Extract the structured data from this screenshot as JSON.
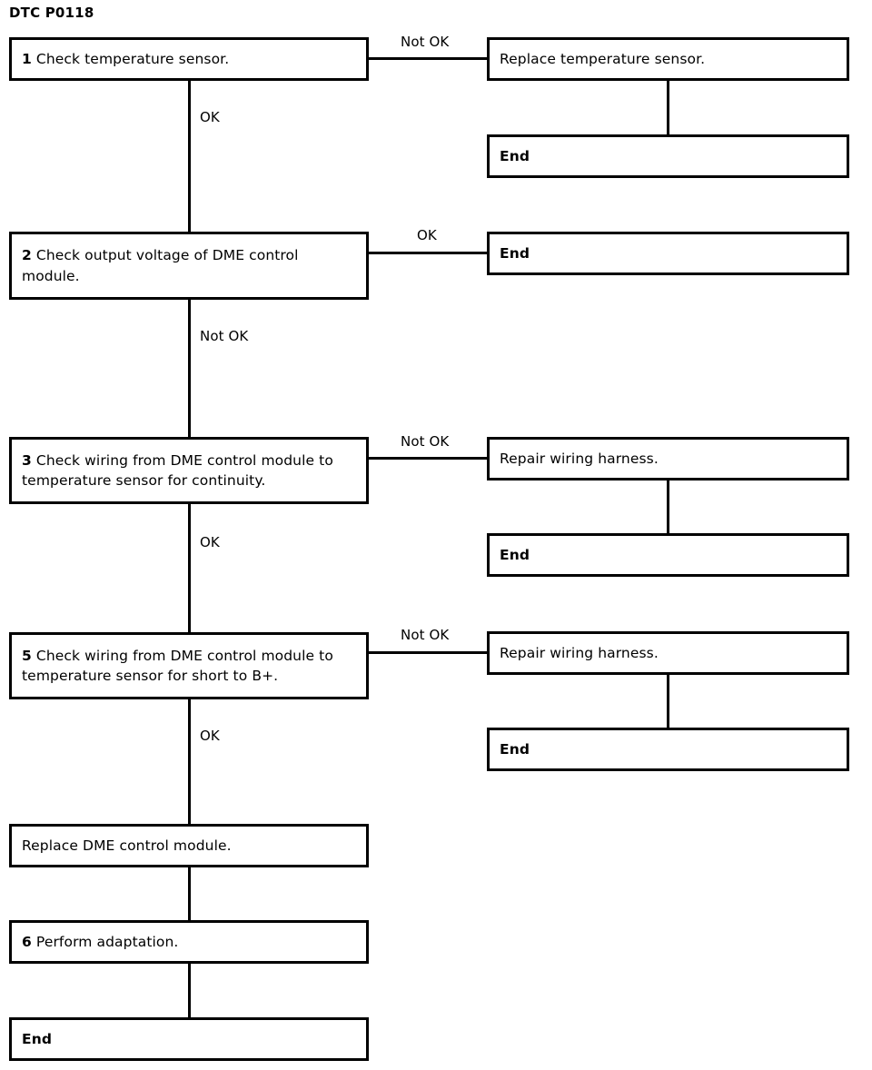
{
  "document": {
    "title": "DTC P0118",
    "type": "diagnostic-flowchart"
  },
  "nodes": {
    "step1": {
      "number": "1",
      "text": "Check temperature sensor."
    },
    "replace_sensor": {
      "text": "Replace temperature sensor."
    },
    "end1": {
      "text": "End"
    },
    "step2": {
      "number": "2",
      "text": "Check output voltage of DME control module."
    },
    "end2": {
      "text": "End"
    },
    "step3": {
      "number": "3",
      "text": "Check wiring from DME control module to temperature sensor for continuity."
    },
    "repair_harness1": {
      "text": "Repair wiring harness."
    },
    "end3": {
      "text": "End"
    },
    "step5": {
      "number": "5",
      "text": "Check wiring from DME control module to temperature sensor for short to B+."
    },
    "repair_harness2": {
      "text": "Repair wiring harness."
    },
    "end4": {
      "text": "End"
    },
    "replace_dme": {
      "text": "Replace DME control module."
    },
    "step6": {
      "number": "6",
      "text": "Perform adaptation."
    },
    "end5": {
      "text": "End"
    }
  },
  "edge_labels": {
    "step1_not_ok": "Not OK",
    "step1_ok": "OK",
    "step2_ok": "OK",
    "step2_not_ok": "Not OK",
    "step3_not_ok": "Not OK",
    "step3_ok": "OK",
    "step5_not_ok": "Not OK",
    "step5_ok": "OK"
  },
  "colors": {
    "stroke": "#000000",
    "background": "#ffffff",
    "text": "#000000"
  }
}
